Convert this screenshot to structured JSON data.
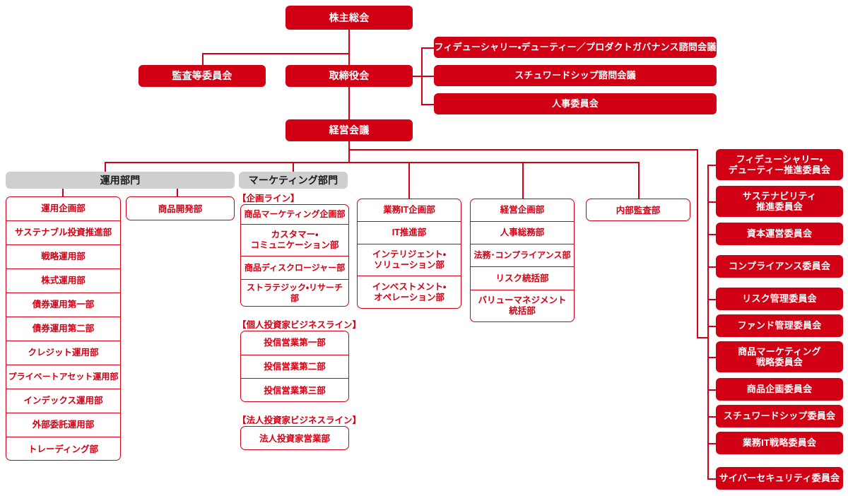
{
  "meta": {
    "title": "組織図",
    "accent_red": "#d10014",
    "division_header_grey": "#cfcfcf",
    "text_on_red": "#ffffff"
  },
  "governance": {
    "shareholders_meeting": "株主総会",
    "audit_committee": "監査等委員会",
    "board_of_directors": "取締役会",
    "management_meeting": "経営会議"
  },
  "advisory_councils": [
    "フィデューシャリー・デューティー／プロダクトガバナンス諮問会議",
    "スチュワードシップ諮問会議",
    "人事委員会"
  ],
  "divisions": {
    "investment": {
      "header": "運用部門",
      "column_a": [
        "運用企画部",
        "サステナブル投資推進部",
        "戦略運用部",
        "株式運用部",
        "債券運用第一部",
        "債券運用第二部",
        "クレジット運用部",
        "プライベートアセット運用部",
        "インデックス運用部",
        "外部委託運用部",
        "トレーディング部"
      ],
      "column_b": [
        "商品開発部"
      ]
    },
    "marketing": {
      "header": "マーケティング部門",
      "lines": [
        {
          "label": "【企画ライン】",
          "departments": [
            "商品マーケティング企画部",
            "カスタマー・\nコミュニケーション部",
            "商品ディスクロージャー部",
            "ストラテジック・リサーチ部"
          ]
        },
        {
          "label": "【個人投資家ビジネスライン】",
          "departments": [
            "投信営業第一部",
            "投信営業第二部",
            "投信営業第三部"
          ]
        },
        {
          "label": "【法人投資家ビジネスライン】",
          "departments": [
            "法人投資家営業部"
          ]
        }
      ]
    }
  },
  "corporate_groups": [
    {
      "name": "business-it",
      "departments": [
        "業務IT企画部",
        "IT推進部",
        "インテリジェント・\nソリューション部",
        "インベストメント・\nオペレーション部"
      ]
    },
    {
      "name": "corporate-planning",
      "departments": [
        "経営企画部",
        "人事総務部",
        "法務･コンプライアンス部",
        "リスク統括部",
        "バリューマネジメント\n統括部"
      ]
    },
    {
      "name": "internal-audit",
      "departments": [
        "内部監査部"
      ]
    }
  ],
  "committees": [
    "フィデューシャリー・\nデューティー推進委員会",
    "サステナビリティ\n推進委員会",
    "資本運営委員会",
    "コンプライアンス委員会",
    "リスク管理委員会",
    "ファンド管理委員会",
    "商品マーケティング\n戦略委員会",
    "商品企画委員会",
    "スチュワードシップ委員会",
    "業務IT戦略委員会",
    "サイバーセキュリティ委員会"
  ]
}
